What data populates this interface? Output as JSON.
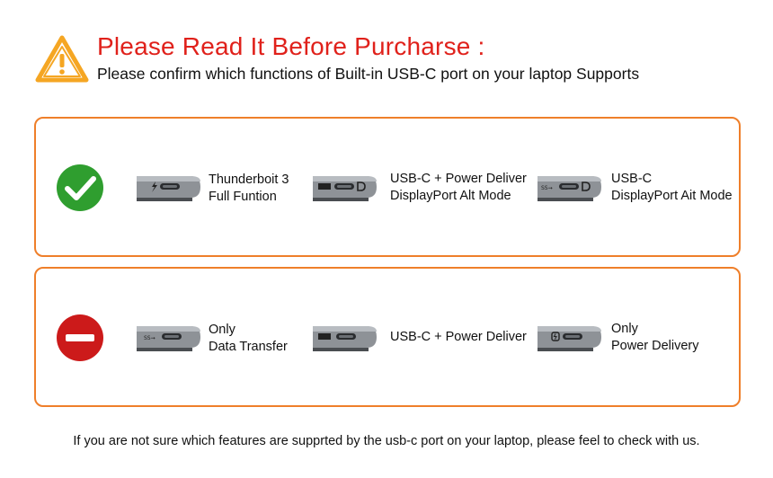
{
  "header": {
    "title": "Please Read It Before Purcharse :",
    "subtitle": "Please confirm which functions of Built-in USB-C port on your laptop Supports"
  },
  "panels": {
    "supported": {
      "items": [
        {
          "line1": "Thunderboit 3",
          "line2": "Full Funtion",
          "port_symbol": "thunderbolt-icon"
        },
        {
          "line1": "USB-C + Power Deliver",
          "line2": "DisplayPort Alt Mode",
          "port_symbol": "ss-dp-icon"
        },
        {
          "line1": "USB-C",
          "line2": "DisplayPort Ait Mode",
          "port_symbol": "ss-usb-dp-icon"
        }
      ]
    },
    "unsupported": {
      "items": [
        {
          "line1": "Only",
          "line2": "Data Transfer",
          "port_symbol": "ss-usb-icon"
        },
        {
          "line1": "USB-C + Power Deliver",
          "line2": "",
          "port_symbol": "ss-icon"
        },
        {
          "line1": "Only",
          "line2": "Power Delivery",
          "port_symbol": "power-icon"
        }
      ]
    }
  },
  "footer": "If you are not sure which features are supprted by the usb-c port on your laptop, please feel to check with us.",
  "colors": {
    "title": "#e0211b",
    "panel_border": "#ef7f2a",
    "check_green": "#2f9e2f",
    "no_red": "#cc1a1a",
    "warning_orange": "#f5a623"
  }
}
